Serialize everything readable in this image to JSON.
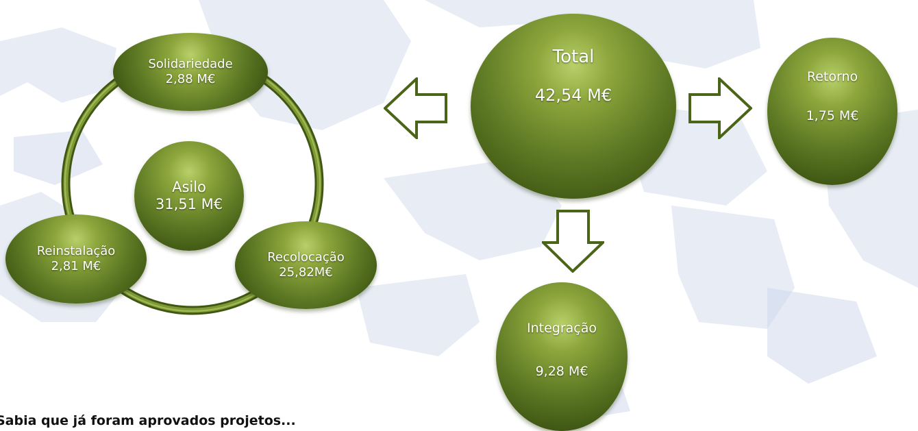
{
  "cycle": {
    "center": {
      "title": "Asilo",
      "value": "31,51 M€"
    },
    "top": {
      "title": "Solidariedade",
      "value": "2,88 M€"
    },
    "left": {
      "title": "Reinstalação",
      "value": "2,81 M€"
    },
    "right": {
      "title": "Recolocação",
      "value": "25,82M€"
    }
  },
  "total": {
    "title": "Total",
    "value": "42,54 M€"
  },
  "retorno": {
    "title": "Retorno",
    "value": "1,75 M€"
  },
  "integracao": {
    "title": "Integração",
    "value": "9,28 M€"
  },
  "footer_text": "Sabia que já foram aprovados projetos...",
  "colors": {
    "node_dark": "#3f5713",
    "node_light": "#b9d06a",
    "ring": "#5f7b25",
    "map": "#dfe6f2"
  }
}
